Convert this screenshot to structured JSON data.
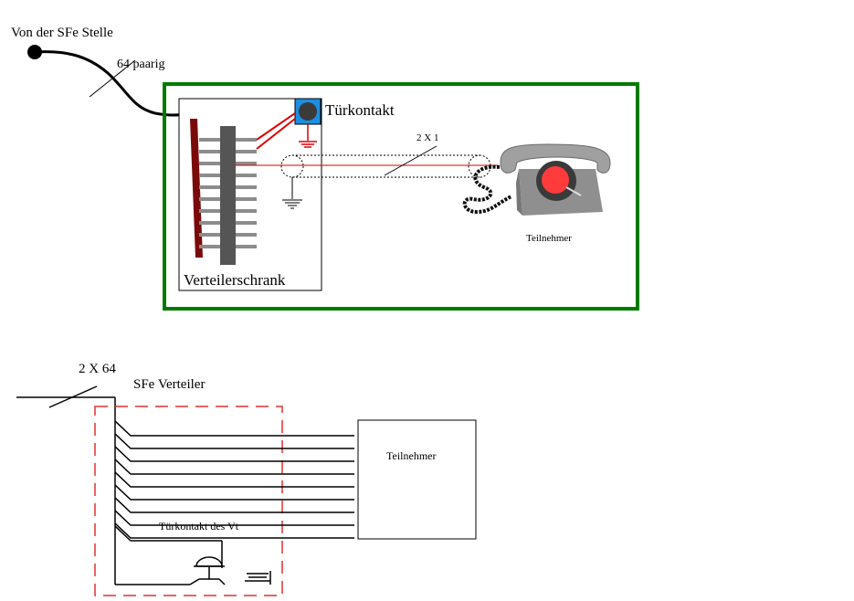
{
  "top": {
    "source_label": "Von der SFe Stelle",
    "cable_label": "64 paarig",
    "door_contact_label": "Türkontakt",
    "pair_label": "2 X 1",
    "cabinet_label": "Verteilerschrank",
    "subscriber_label": "Teilnehmer"
  },
  "bottom": {
    "cable_label": "2 X 64",
    "distributor_label": "SFe Verteiler",
    "door_contact_label": "Türkontakt des Vt",
    "subscriber_label": "Teilnehmer"
  },
  "colors": {
    "room_border": "#007a00",
    "wire_red": "#dd0000",
    "strip_dark": "#7a0a0a",
    "terminal_grey": "#8c8c8c",
    "button_blue": "#1a8ee0",
    "distributor_dash": "#e03030"
  },
  "icons": {
    "telephone": "rotary-telephone-icon",
    "ground": "ground-icon",
    "bell": "bell-contact-icon"
  }
}
